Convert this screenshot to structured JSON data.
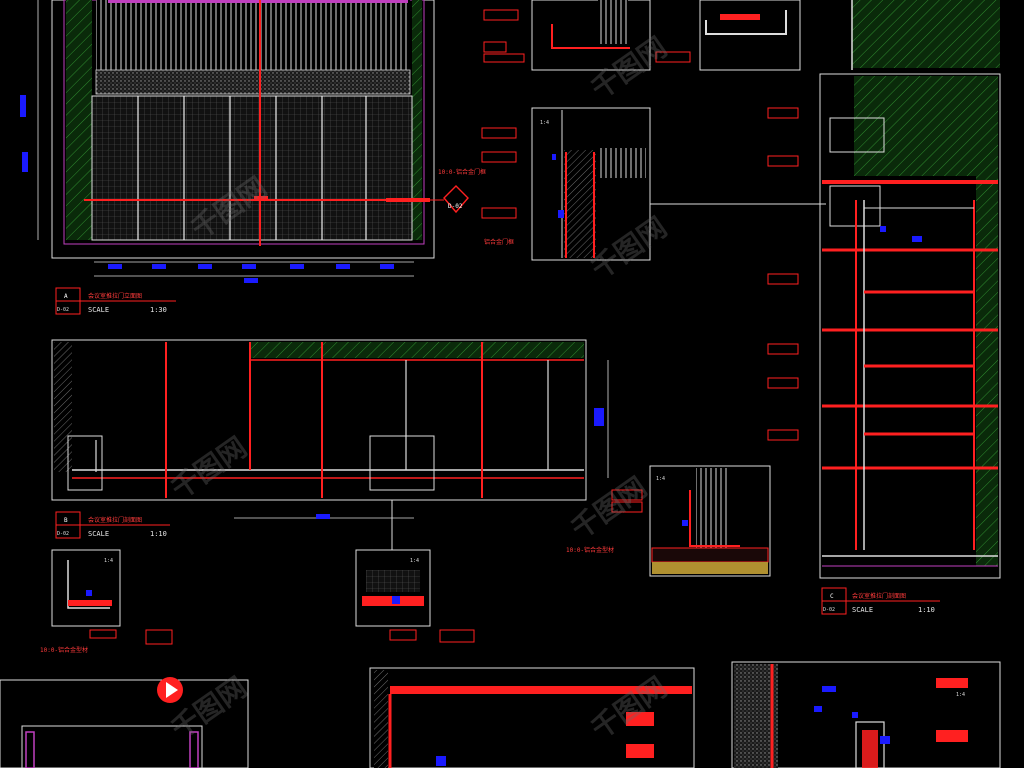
{
  "title_blocks": [
    {
      "id": "A",
      "sheet": "D-02",
      "scale_label": "SCALE",
      "scale": "1:30"
    },
    {
      "id": "B",
      "sheet": "D-02",
      "scale_label": "SCALE",
      "scale": "1:10"
    },
    {
      "id": "C",
      "sheet": "D-02",
      "scale_label": "SCALE",
      "scale": "1:10"
    }
  ],
  "section_marker": {
    "code": "D-02"
  },
  "detail_scales": {
    "d1": "1:4",
    "d2": "1:4",
    "d3": "1:4",
    "d4": "1:4",
    "d5": "1:4"
  },
  "colors": {
    "background": "#000000",
    "red": "#ff2020",
    "white": "#e8e8e8",
    "magenta": "#c040c0",
    "green": "#1f7a1f",
    "blue": "#1a1aff",
    "yellow": "#c8b020"
  },
  "watermark": {
    "text": "千图网"
  }
}
